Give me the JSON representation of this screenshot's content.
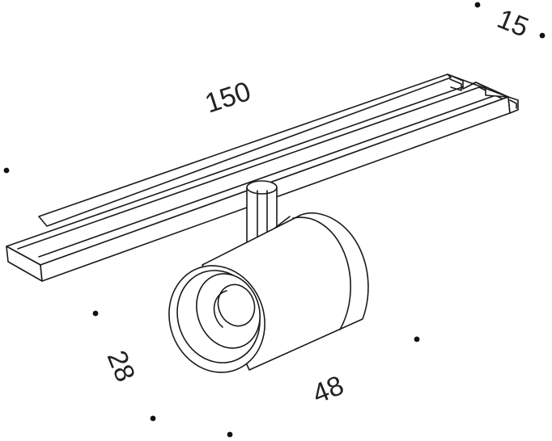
{
  "dimensions": {
    "length": "150",
    "width": "15",
    "diameter": "28",
    "depth": "48"
  },
  "colors": {
    "line": "#1a1a1a",
    "text": "#222222",
    "background": "#ffffff"
  }
}
